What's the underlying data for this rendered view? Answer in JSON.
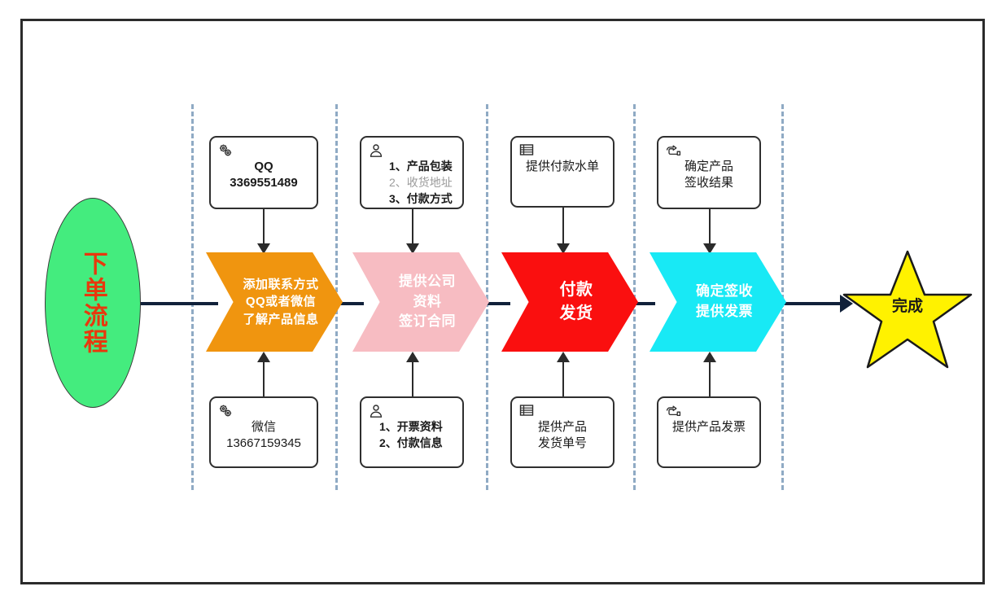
{
  "diagram": {
    "title": "下单流程",
    "start": {
      "label": "下单流程",
      "fill": "#44EC7E",
      "text_color": "#E8380D"
    },
    "finish": {
      "label": "完成",
      "fill": "#FFF200",
      "text_color": "#1A1A1A"
    },
    "lane_divider_color": "#8FAAC4",
    "spine_color": "#11213A",
    "stages": [
      {
        "id": "stage-1",
        "label": "添加联系方式\nQQ或者微信\n了解产品信息",
        "fill": "#F0950F",
        "text_color": "#FFFFFF",
        "top_note": {
          "icon": "gears-icon",
          "text": "QQ\n3369551489",
          "bold": true
        },
        "bottom_note": {
          "icon": "gears-icon",
          "text": "微信\n13667159345",
          "bold": false
        }
      },
      {
        "id": "stage-2",
        "label": "提供公司\n资料\n签订合同",
        "fill": "#F7BCC2",
        "text_color": "#FFFFFF",
        "top_note": {
          "icon": "person-icon",
          "lines": [
            {
              "text": "1、产品包装",
              "dim": false
            },
            {
              "text": "2、收货地址",
              "dim": true
            },
            {
              "text": "3、付款方式",
              "dim": false
            }
          ]
        },
        "bottom_note": {
          "icon": "person-icon",
          "lines": [
            {
              "text": "1、开票资料",
              "dim": false
            },
            {
              "text": "2、付款信息",
              "dim": false
            }
          ]
        }
      },
      {
        "id": "stage-3",
        "label": "付款\n发货",
        "fill": "#FA0F0F",
        "text_color": "#FFFFFF",
        "top_note": {
          "icon": "document-list-icon",
          "text": "提供付款水单",
          "bold": false
        },
        "bottom_note": {
          "icon": "document-list-icon",
          "text": "提供产品\n发货单号",
          "bold": false
        }
      },
      {
        "id": "stage-4",
        "label": "确定签收\n提供发票",
        "fill": "#18E9F5",
        "text_color": "#FFFFFF",
        "top_note": {
          "icon": "pointing-hand-icon",
          "text": "确定产品\n签收结果",
          "bold": false
        },
        "bottom_note": {
          "icon": "pointing-hand-icon",
          "text": "提供产品发票",
          "bold": false
        }
      }
    ]
  }
}
